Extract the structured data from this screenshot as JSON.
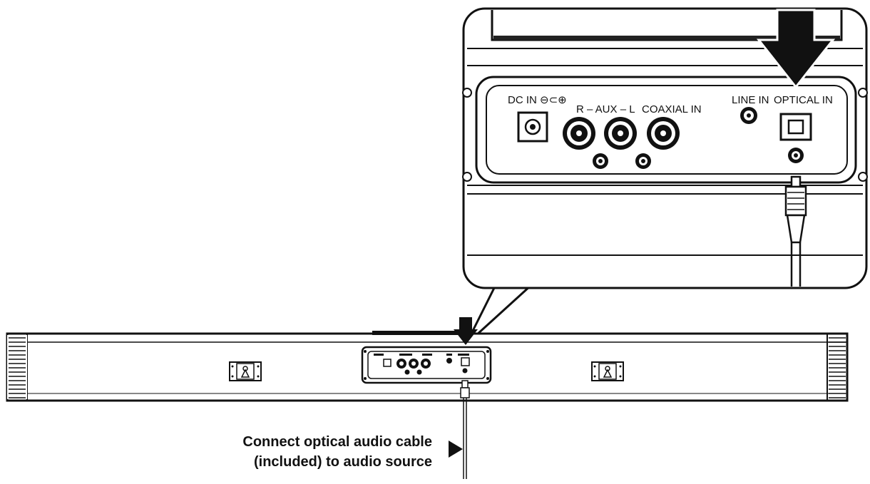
{
  "zoom_panel": {
    "port_labels": {
      "dc_in": "DC IN ⊖⊂⊕",
      "aux": "R – AUX – L",
      "coaxial_in": "COAXIAL IN",
      "line_in": "LINE IN",
      "optical_in": "OPTICAL IN"
    }
  },
  "caption": {
    "line1": "Connect optical audio cable",
    "line2": "(included) to audio source"
  }
}
